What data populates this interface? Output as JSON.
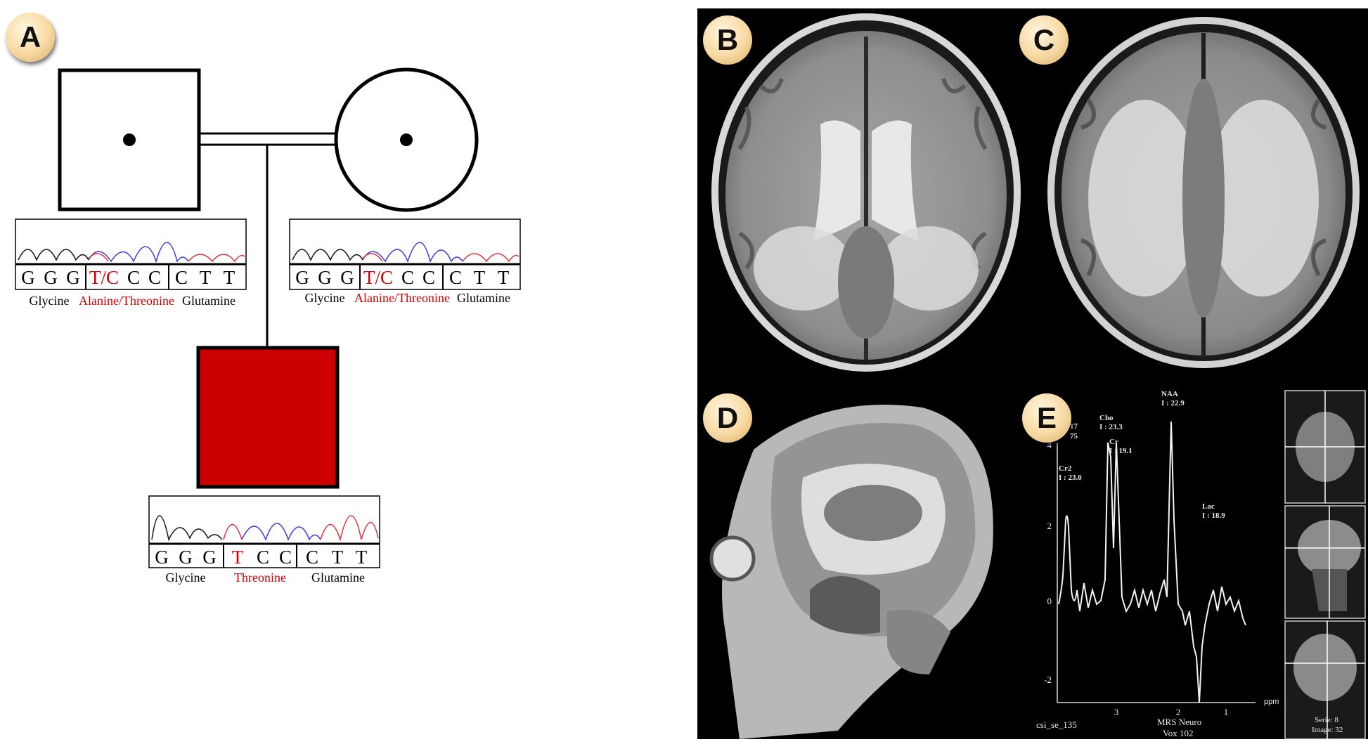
{
  "panels": {
    "a": "A",
    "b": "B",
    "c": "C",
    "d": "D",
    "e": "E"
  },
  "pedigree": {
    "father": {
      "bases": [
        "G",
        "G",
        "G",
        "T/C",
        "C",
        "C",
        "C",
        "T",
        "T"
      ],
      "amino_acids": {
        "first": "Glycine",
        "second": "Alanine/Threonine",
        "third": "Glutamine"
      }
    },
    "mother": {
      "bases": [
        "G",
        "G",
        "G",
        "T/C",
        "C",
        "C",
        "C",
        "T",
        "T"
      ],
      "amino_acids": {
        "first": "Glycine",
        "second": "Alanine/Threonine",
        "third": "Glutamine"
      }
    },
    "child": {
      "bases": [
        "G",
        "G",
        "G",
        "T",
        "C",
        "C",
        "C",
        "T",
        "T"
      ],
      "amino_acids": {
        "first": "Glycine",
        "second": "Threonine",
        "third": "Glutamine"
      }
    },
    "colors": {
      "mutation": "#d10000",
      "affected": "#cc0000",
      "trace_black": "#111111",
      "trace_red": "#e0303a",
      "trace_blue": "#3a3ae0"
    }
  },
  "mrs": {
    "header_left_1": "17",
    "header_left_2": "75",
    "peaks": {
      "cr2": [
        "Cr2",
        "I : 23.0"
      ],
      "cho": [
        "Cho",
        "I : 23.3"
      ],
      "cr": [
        "Cr",
        "I : 19.1"
      ],
      "naa": [
        "NAA",
        "I : 22.9"
      ],
      "lac": [
        "Lac",
        "I : 18.9"
      ]
    },
    "y_ticks": [
      "4",
      "2",
      "0",
      "-2"
    ],
    "x_ticks": [
      "3",
      "2",
      "1"
    ],
    "x_unit": "ppm",
    "footer_left": "csi_se_135",
    "footer_mid_1": "MRS Neuro",
    "footer_mid_2": "Vox 102",
    "thumb_label_1": "Serie: 8",
    "thumb_label_2": "Image: 32"
  }
}
